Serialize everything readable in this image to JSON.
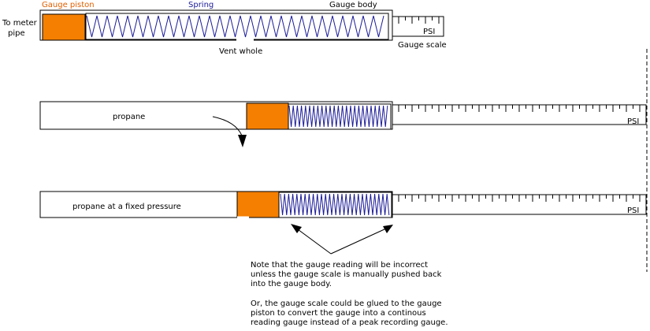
{
  "colors": {
    "piston": "#f47f00",
    "spring": "#1a1a99",
    "outline": "#000000",
    "label_piston": "#e06000",
    "label_spring": "#1a1a99",
    "dashed_line": "#000000"
  },
  "labels": {
    "gauge_piston": "Gauge piston",
    "spring": "Spring",
    "gauge_body": "Gauge body",
    "to_meter_line1": "To meter",
    "to_meter_line2": "pipe",
    "psi": "PSI",
    "gauge_scale": "Gauge scale",
    "vent": "Vent whole",
    "propane": "propane",
    "propane_fixed": "propane at a fixed pressure"
  },
  "note": {
    "line1": "Note that the gauge reading will be incorrect",
    "line2": "unless the gauge scale is manually pushed back",
    "line3": "into the gauge body.",
    "line4": "Or, the gauge scale could be glued to the gauge",
    "line5": "piston to convert the gauge into a continous",
    "line6": "reading gauge instead of a peak recording gauge."
  }
}
